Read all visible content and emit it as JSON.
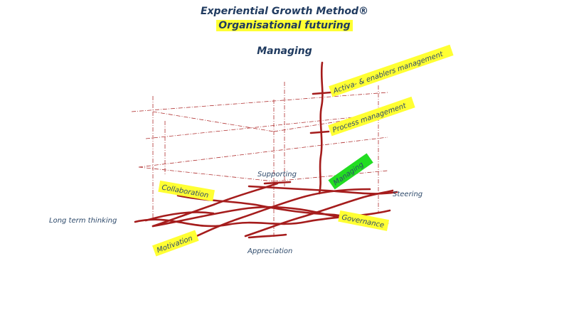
{
  "header": {
    "title": "Experiential Growth Method®",
    "subtitle": "Organisational futuring",
    "section": "Managing"
  },
  "labels": {
    "activa": "Activa- & enablers management",
    "process": "Process management",
    "managing": "Managing",
    "supporting": "Supporting",
    "collaboration": "Collaboration",
    "steering": "Steering",
    "long_term": "Long term thinking",
    "governance": "Governance",
    "motivation": "Motivation",
    "appreciation": "Appreciation"
  },
  "colors": {
    "weave": "#a51c1c",
    "dashed": "#b03030",
    "highlight": "#ffff33",
    "highlight_green": "#22dd22",
    "text": "#1f3a5f"
  }
}
